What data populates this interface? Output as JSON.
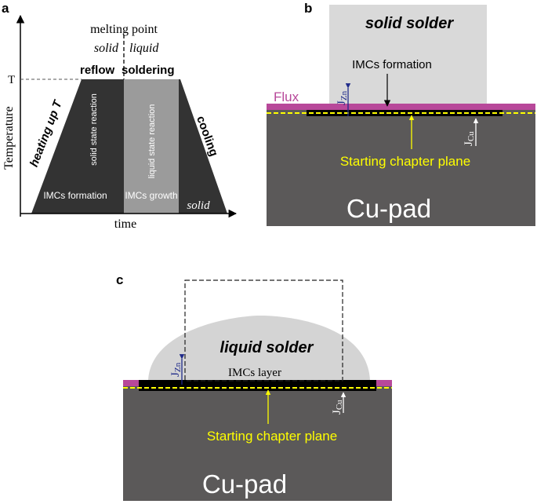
{
  "colors": {
    "dark_fill": "#333333",
    "mid_fill": "#9b9b9b",
    "pad_fill": "#5b5959",
    "solder_solid": "#d9d9d9",
    "solder_liquid": "#d4d4d4",
    "flux": "#b8489a",
    "plane_line": "#ffff00",
    "jzn_label": "#1f2a8a",
    "black": "#000000",
    "white": "#ffffff"
  },
  "panel_a": {
    "label": "a",
    "y_axis_label": "Temperature",
    "x_axis_label": "time",
    "temp_tick": "T",
    "melting_point": "melting point",
    "solid_top": "solid",
    "liquid_top": "liquid",
    "reflow": "reflow",
    "soldering": "soldering",
    "heating_up": "heating up T",
    "cooling": "cooling",
    "solid_state_reaction": "solid state reaction",
    "liquid_state_reaction": "liquid state reaction",
    "imcs_formation": "IMCs formation",
    "imcs_growth": "IMCs growth",
    "solid_bottom": "solid"
  },
  "panel_b": {
    "label": "b",
    "solid_solder": "solid solder",
    "imcs_formation": "IMCs formation",
    "flux": "Flux",
    "jzn_main": "J",
    "jzn_sub": "Zn",
    "jcu_main": "J",
    "jcu_sub": "Cu",
    "starting_plane": "Starting chapter plane",
    "cu_pad": "Cu-pad"
  },
  "panel_c": {
    "label": "c",
    "liquid_solder": "liquid solder",
    "imcs_layer": "IMCs layer",
    "jzn_main": "J",
    "jzn_sub": "Zn",
    "jcu_main": "J",
    "jcu_sub": "Cu",
    "starting_plane": "Starting chapter plane",
    "cu_pad": "Cu-pad"
  }
}
